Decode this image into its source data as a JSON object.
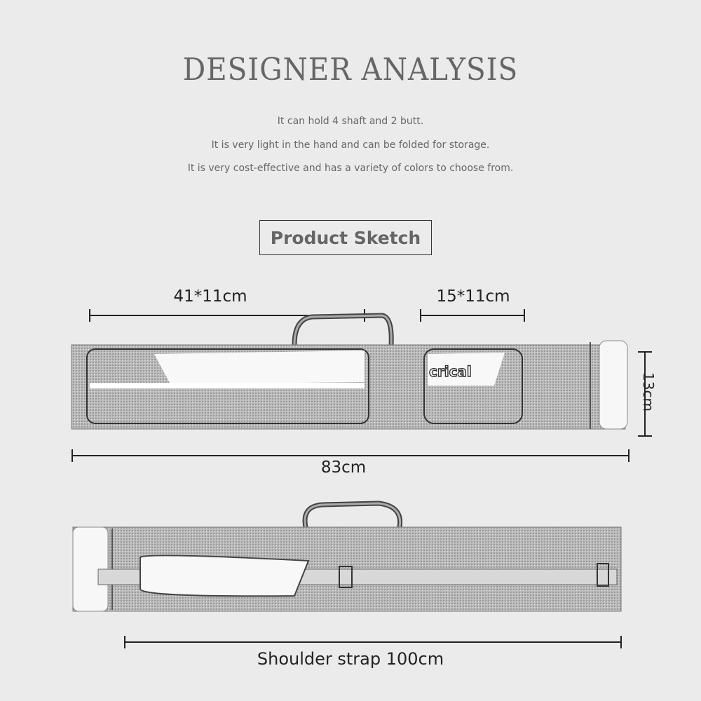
{
  "header": {
    "title": "DESIGNER ANALYSIS"
  },
  "features": [
    "It can hold 4 shaft and 2 butt.",
    "It is very light in the hand and can be folded for storage.",
    "It is very cost-effective and has a variety of colors to choose from."
  ],
  "section_label": "Product Sketch",
  "dimensions": {
    "large_pocket": "41*11cm",
    "small_pocket": "15*11cm",
    "height": "13cm",
    "length": "83cm",
    "strap": "Shoulder strap 100cm"
  },
  "brand": "crical"
}
